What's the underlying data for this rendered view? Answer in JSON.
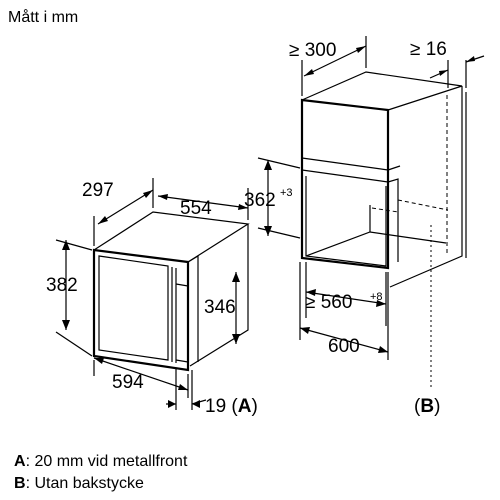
{
  "title": "Mått i mm",
  "appliance": {
    "depth": "297",
    "width": "554",
    "height": "382",
    "inner_height": "346",
    "front_width": "594",
    "front_offset": "19",
    "front_offset_ref": "A",
    "front_offset_ref_open": "(",
    "front_offset_ref_close": ")"
  },
  "niche": {
    "min_depth": "≥ 300",
    "min_rear_gap": "≥ 16",
    "opening_height": "362",
    "opening_height_tol": "+3",
    "min_opening_width": "≥ 560",
    "min_opening_width_tol": "+8",
    "cabinet_width": "600",
    "rear_ref": "B",
    "rear_ref_open": "(",
    "rear_ref_close": ")"
  },
  "notes": [
    {
      "key": "A",
      "text": ": 20 mm vid metallfront"
    },
    {
      "key": "B",
      "text": ": Utan bakstycke"
    }
  ]
}
